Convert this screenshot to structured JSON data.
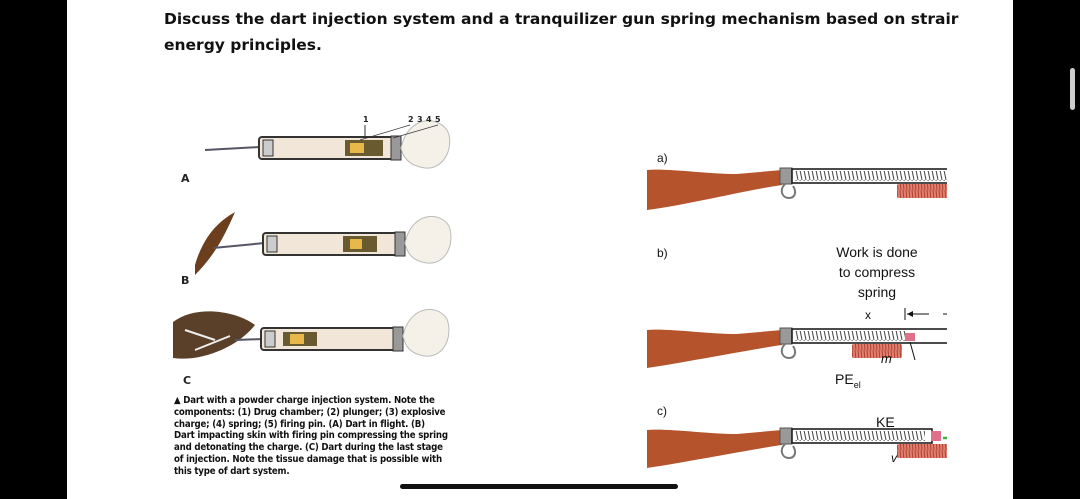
{
  "question": "Discuss the dart injection system and a tranquilizer gun spring mechanism based on strair\nenergy principles.",
  "dart_figure": {
    "component_numbers": [
      "1",
      "2",
      "3",
      "4",
      "5"
    ],
    "panel_labels": [
      "A",
      "B",
      "C"
    ],
    "caption": "▲ Dart with a powder charge injection system. Note the\ncomponents: (1) Drug chamber; (2) plunger; (3) explosive\ncharge; (4) spring; (5) firing pin. (A) Dart in flight. (B)\nDart impacting skin with firing pin compressing the spring\nand detonating the charge. (C) Dart during the last stage\nof injection. Note the tissue damage that is possible with\nthis type of dart system."
  },
  "gun_figure": {
    "panel_labels": [
      "a)",
      "b)",
      "c)"
    ],
    "annotation_work": "Work is done\nto compress\nspring",
    "x_label": "x",
    "m_label": "m",
    "pe_label": "PE",
    "pe_subscript": "el",
    "ke_label": "KE",
    "v_label": "v"
  },
  "colors": {
    "stock": "#b5532c",
    "spring_coil": "#e08070",
    "velocity_arrow": "#3cb43c"
  }
}
